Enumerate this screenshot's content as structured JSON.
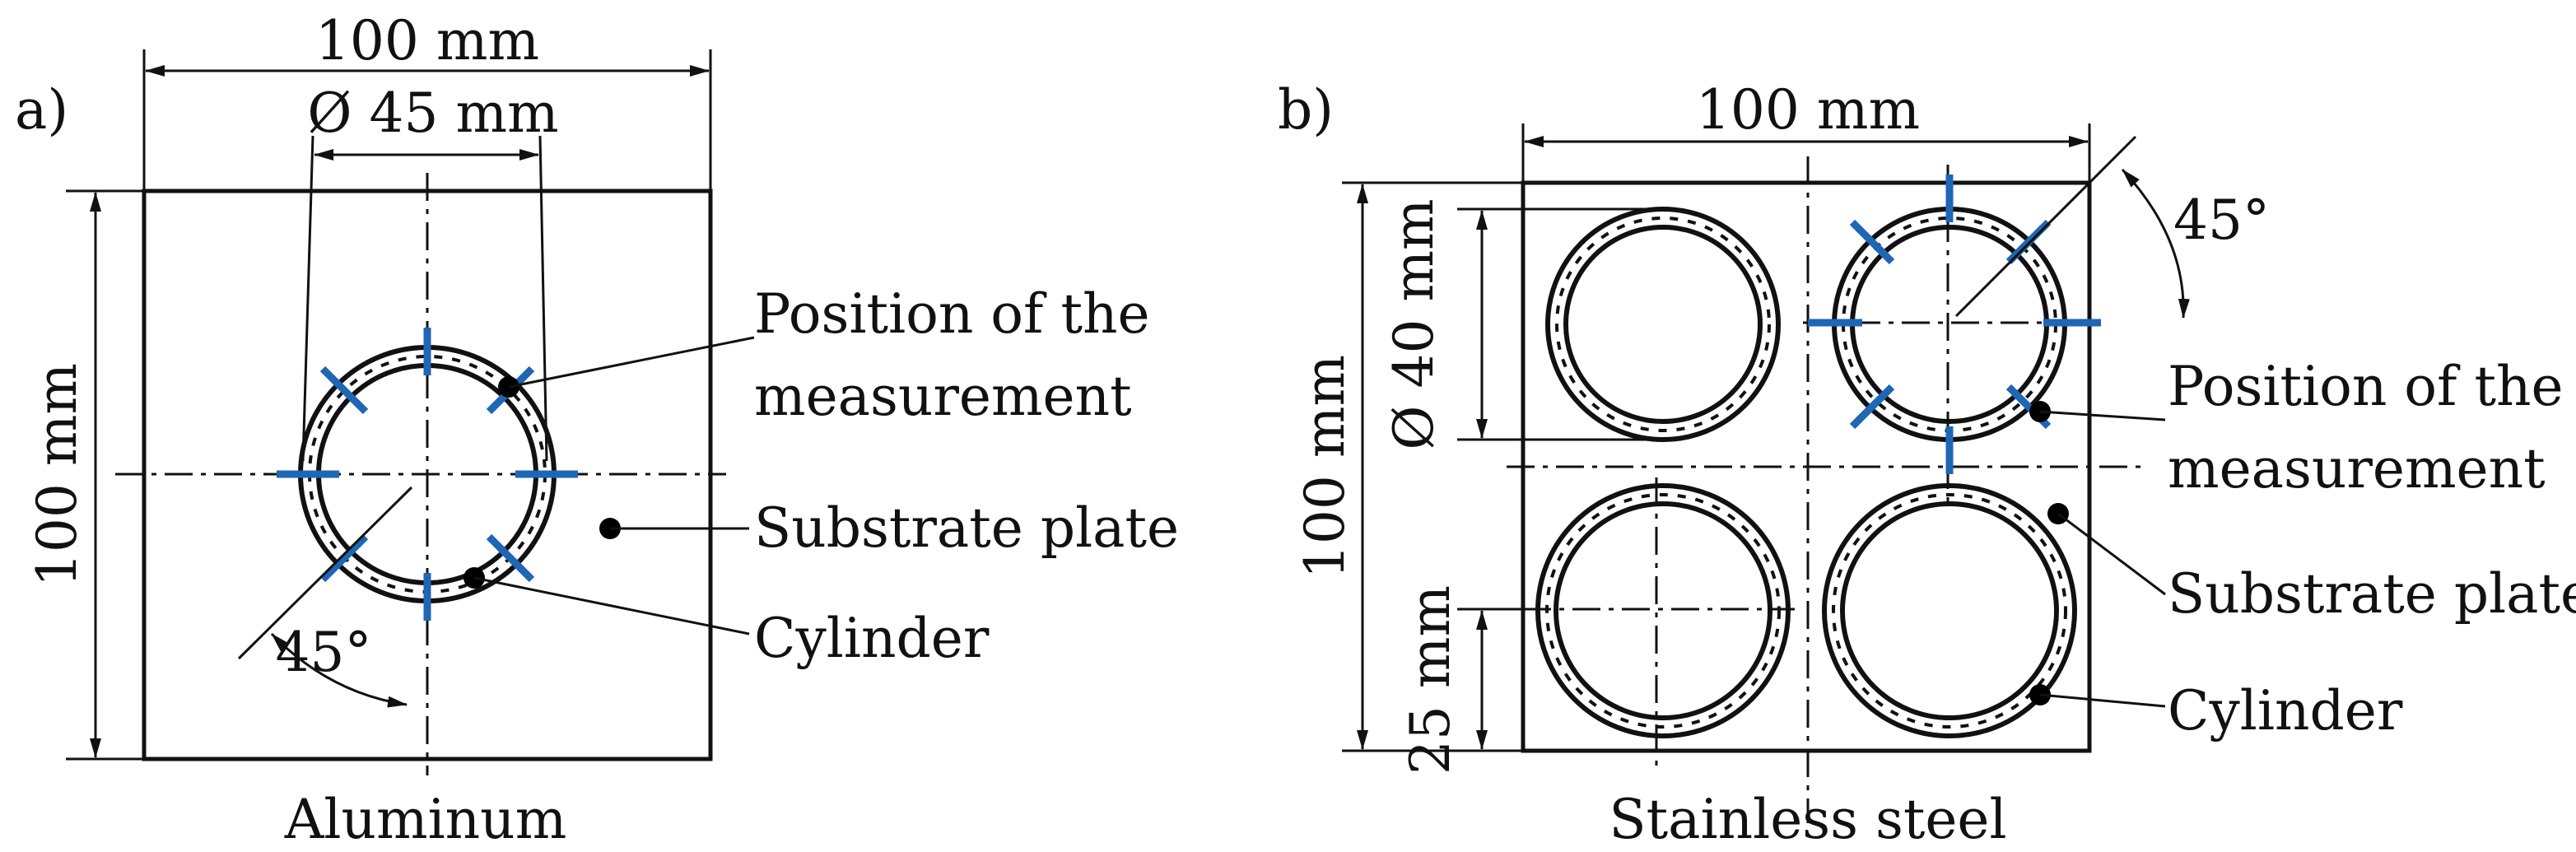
{
  "panel_a": {
    "tag": "a)",
    "plate_width": "100 mm",
    "cylinder_diameter": "Ø 45 mm",
    "plate_height": "100 mm",
    "angle": "45°",
    "callout_position": [
      "Position of the",
      "measurement"
    ],
    "callout_substrate": "Substrate plate",
    "callout_cylinder": "Cylinder",
    "material": "Aluminum"
  },
  "panel_b": {
    "tag": "b)",
    "plate_width": "100 mm",
    "cylinder_diameter": "Ø 40 mm",
    "plate_height": "100 mm",
    "offset": "25 mm",
    "angle": "45°",
    "callout_position": [
      "Position of the",
      "measurement"
    ],
    "callout_substrate": "Substrate plate",
    "callout_cylinder": "Cylinder",
    "material": "Stainless steel"
  },
  "colors": {
    "measurement_mark": "#1f66b5",
    "line": "#111111"
  }
}
